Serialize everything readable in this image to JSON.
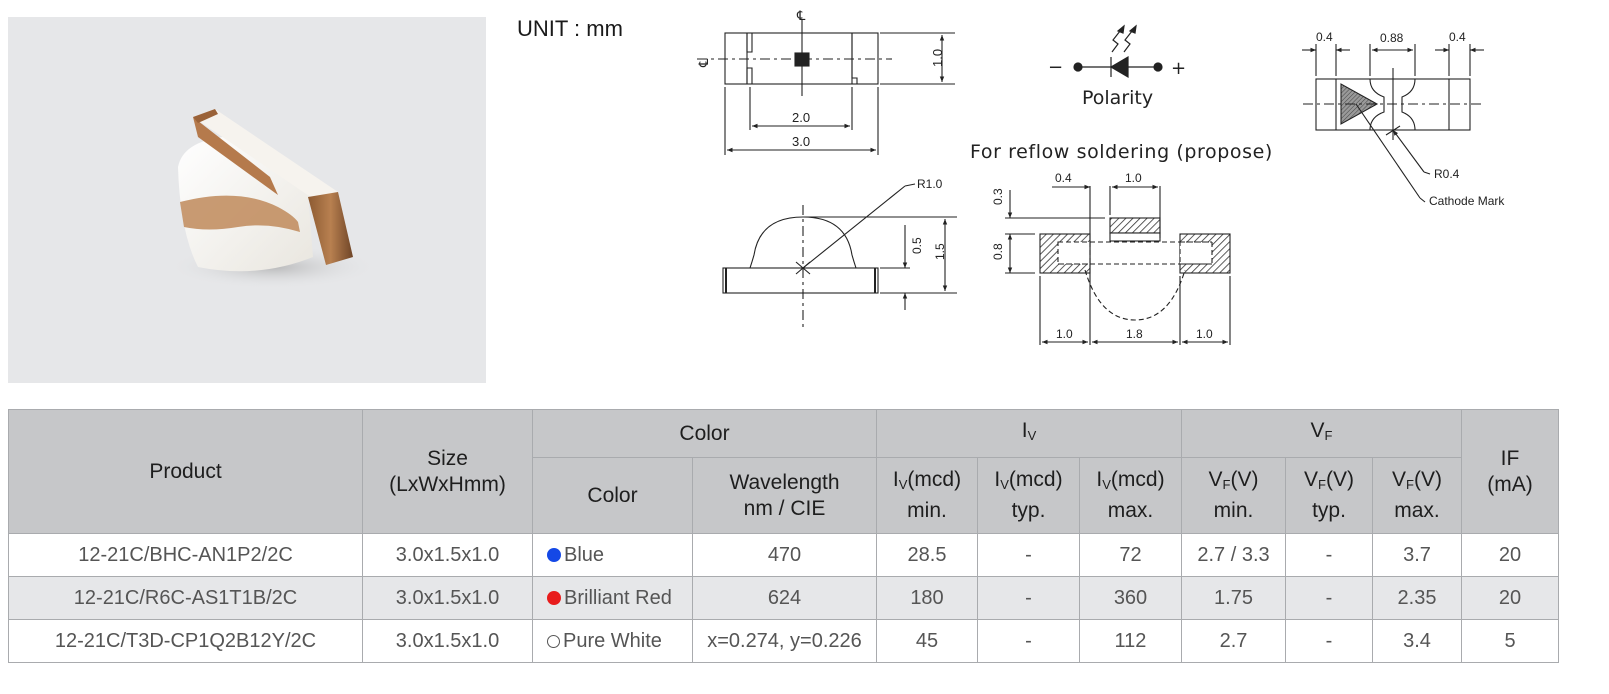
{
  "unit_label": "UNIT : mm",
  "drawings": {
    "top_view": {
      "centerline_symbol": "℄",
      "dim_width": "1.0",
      "dim_inner": "2.0",
      "dim_length": "3.0"
    },
    "polarity": {
      "minus": "−",
      "plus": "+",
      "label": "Polarity"
    },
    "cathode_view": {
      "dim_left": "0.4",
      "dim_center": "0.88",
      "dim_right": "0.4",
      "radius": "R0.4",
      "cathode_label": "Cathode Mark"
    },
    "side_view": {
      "radius": "R1.0",
      "dim_lens": "0.5",
      "dim_height": "1.5"
    },
    "reflow": {
      "title": "For reflow soldering (propose)",
      "dim_top_gap": "0.4",
      "dim_top_pad": "1.0",
      "dim_v1": "0.3",
      "dim_v2": "0.8",
      "dim_pad_left": "1.0",
      "dim_gap": "1.8",
      "dim_pad_right": "1.0"
    }
  },
  "table": {
    "headers": {
      "product": "Product",
      "size_line1": "Size",
      "size_line2": "(LxWxHmm)",
      "color_group": "Color",
      "iv_group": "I",
      "iv_group_sub": "V",
      "vf_group": "V",
      "vf_group_sub": "F",
      "if_line1": "IF",
      "if_line2": "(mA)",
      "color": "Color",
      "wavelength_line1": "Wavelength",
      "wavelength_line2": "nm / CIE",
      "iv_prefix": "I",
      "iv_sub": "V",
      "iv_unit": "(mcd)",
      "vf_prefix": "V",
      "vf_sub": "F",
      "vf_unit": "(V)",
      "min": "min.",
      "typ": "typ.",
      "max": "max."
    },
    "rows": [
      {
        "product": "12-21C/BHC-AN1P2/2C",
        "size": "3.0x1.5x1.0",
        "color_name": "Blue",
        "color_swatch": "#1448e6",
        "wavelength": "470",
        "iv_min": "28.5",
        "iv_typ": "-",
        "iv_max": "72",
        "vf_min": "2.7 / 3.3",
        "vf_typ": "-",
        "vf_max": "3.7",
        "if": "20"
      },
      {
        "product": "12-21C/R6C-AS1T1B/2C",
        "size": "3.0x1.5x1.0",
        "color_name": "Brilliant Red",
        "color_swatch": "#e81c1c",
        "wavelength": "624",
        "iv_min": "180",
        "iv_typ": "-",
        "iv_max": "360",
        "vf_min": "1.75",
        "vf_typ": "-",
        "vf_max": "2.35",
        "if": "20"
      },
      {
        "product": "12-21C/T3D-CP1Q2B12Y/2C",
        "size": "3.0x1.5x1.0",
        "color_name": "Pure White",
        "color_swatch": "#ffffff",
        "wavelength": "x=0.274, y=0.226",
        "iv_min": "45",
        "iv_typ": "-",
        "iv_max": "112",
        "vf_min": "2.7",
        "vf_typ": "-",
        "vf_max": "3.4",
        "if": "5"
      }
    ]
  }
}
